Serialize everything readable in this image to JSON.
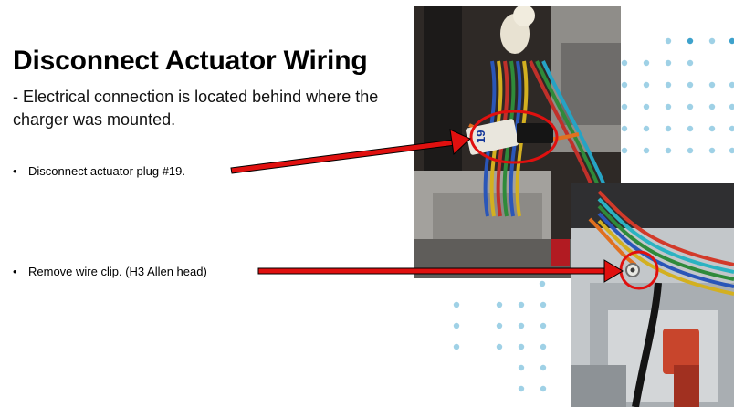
{
  "slide": {
    "title": "Disconnect Actuator Wiring",
    "subtitle": " - Electrical connection is located behind where the charger was mounted.",
    "bullets": [
      {
        "marker": "•",
        "text": "Disconnect actuator plug #19."
      },
      {
        "marker": "•",
        "text": "Remove wire clip. (H3 Allen head)"
      }
    ]
  },
  "photos": [
    {
      "name": "actuator-plug-photo",
      "label": "19"
    },
    {
      "name": "wire-clip-photo"
    }
  ],
  "colors": {
    "accent_dots": "#9fd1e6",
    "accent_dots_dark": "#3ea2cc",
    "arrow": "#e0100f",
    "highlight_circle": "#e0100f"
  }
}
